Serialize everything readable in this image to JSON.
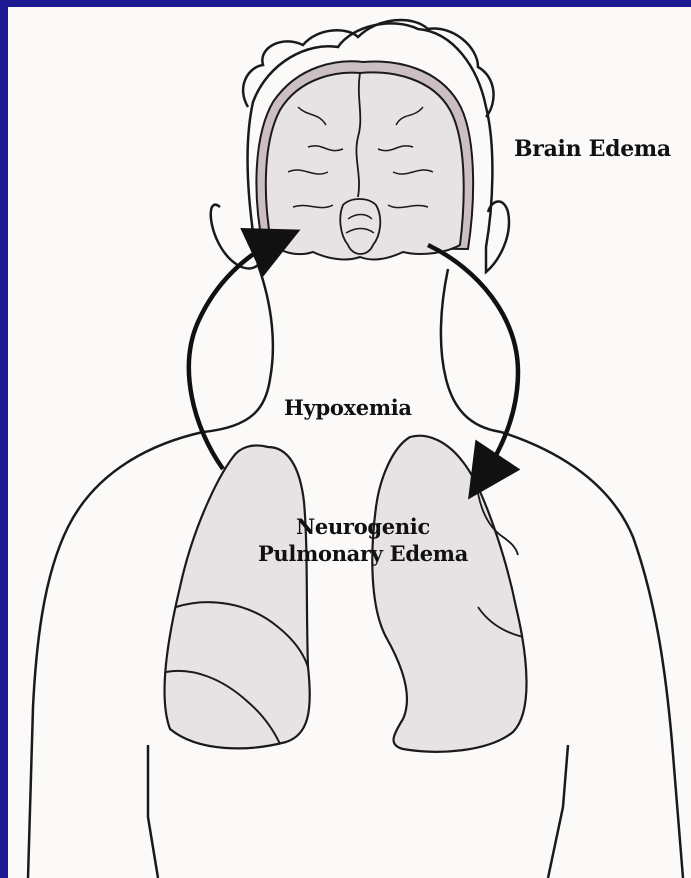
{
  "labels": {
    "brain_edema": "Brain Edema",
    "hypoxemia": "Hypoxemia",
    "npe_line1": "Neurogenic",
    "npe_line2": "Pulmonary Edema"
  },
  "colors": {
    "slide_background": "#1c1a90",
    "figure_background": "#fbfaf8",
    "outline": "#1a1a1a",
    "organ_fill": "#e7e2e4",
    "dura_fill": "#cbbfc2"
  },
  "icons": [
    "brain-icon",
    "lungs-icon",
    "arrow-icon"
  ]
}
